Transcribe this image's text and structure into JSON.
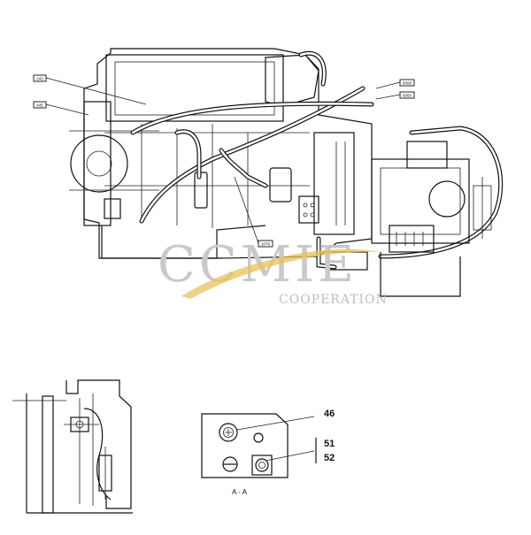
{
  "figure": {
    "ref_tags": [
      "243",
      "445",
      "6008",
      "6060",
      "1076"
    ],
    "callouts": {
      "c46": "46",
      "c51": "51",
      "c52": "52"
    },
    "section_label": "A - A"
  },
  "watermark": {
    "brand": "CCMIE",
    "subtitle": "COOPERATION",
    "accent_color": "#e8c25a"
  }
}
